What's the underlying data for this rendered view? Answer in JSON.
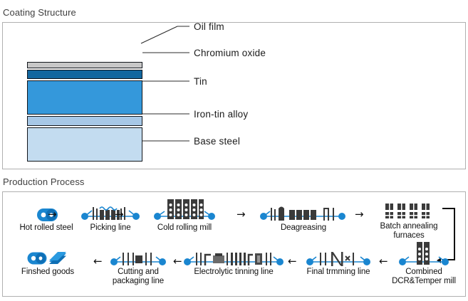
{
  "coating": {
    "title": "Coating Structure",
    "layers": [
      {
        "key": "oil",
        "label": "Oil film",
        "color": "#c7c7c7"
      },
      {
        "key": "chrome",
        "label": "Chromium oxide",
        "color": "#12679f"
      },
      {
        "key": "tin",
        "label": "Tin",
        "color": "#3498db"
      },
      {
        "key": "alloy",
        "label": "Iron-tin alloy",
        "color": "#a7c8e7"
      },
      {
        "key": "steel",
        "label": "Base steel",
        "color": "#c3dcf0"
      }
    ]
  },
  "process": {
    "title": "Production Process",
    "accent_color": "#1a86d0",
    "machine_color": "#3a3a3a",
    "row1": [
      {
        "icon": "steel-coil-icon",
        "label": "Hot rolled steel"
      },
      {
        "icon": "pickling-line-icon",
        "label": "Picking line"
      },
      {
        "icon": "cold-rolling-mill-icon",
        "label": "Cold rolling mill"
      },
      {
        "icon": "degreasing-line-icon",
        "label": "Deagreasing"
      },
      {
        "icon": "annealing-furnace-icon",
        "label": "Batch annealing\nfurnaces"
      }
    ],
    "row2": [
      {
        "icon": "finished-goods-icon",
        "label": "Finshed goods"
      },
      {
        "icon": "cutting-packaging-icon",
        "label": "Cutting and\npackaging line"
      },
      {
        "icon": "electrolytic-tinning-icon",
        "label": "Electrolytic tinning line"
      },
      {
        "icon": "final-trimming-icon",
        "label": "Final trmming line"
      },
      {
        "icon": "temper-mill-icon",
        "label": "Combined\nDCR&Temper mill"
      }
    ],
    "arrows_row1": [
      "→",
      "→",
      "→",
      "→"
    ],
    "arrows_row2": [
      "←",
      "←",
      "←",
      "←"
    ]
  }
}
